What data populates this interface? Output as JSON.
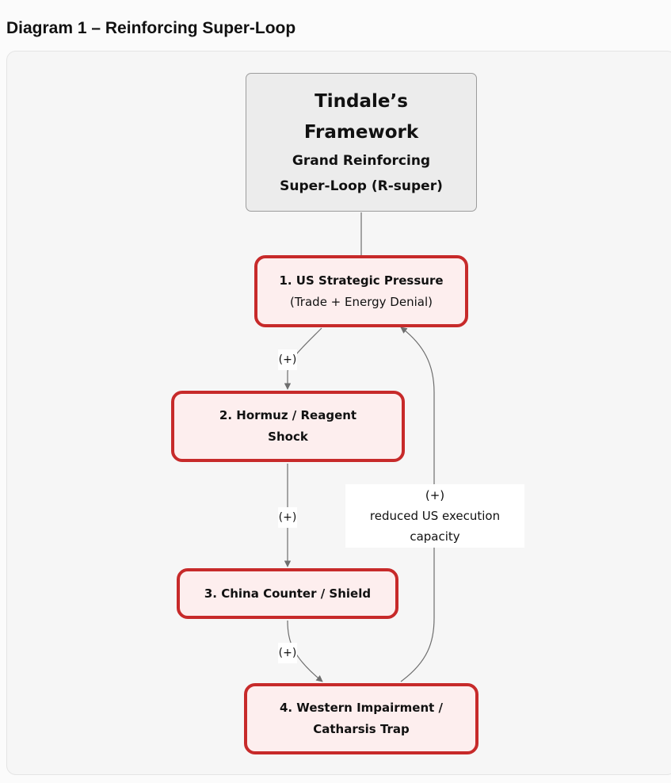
{
  "heading": "Diagram 1 – Reinforcing Super-Loop",
  "diagram": {
    "root": {
      "title_line1": "Tindale’s",
      "title_line2": "Framework",
      "sub_line1": "Grand Reinforcing",
      "sub_line2": "Super-Loop (R-super)"
    },
    "nodes": [
      {
        "line1": "1. US Strategic Pressure",
        "line2": "(Trade + Energy Denial)"
      },
      {
        "line1": "2. Hormuz / Reagent",
        "line2": "Shock"
      },
      {
        "line1": "3. China Counter / Shield",
        "line2": ""
      },
      {
        "line1": "4. Western Impairment /",
        "line2": "Catharsis Trap"
      }
    ],
    "edge_labels": {
      "e1_2": "(+)",
      "e2_3": "(+)",
      "e3_4": "(+)",
      "e4_1_sign": "(+)",
      "e4_1_line1": "reduced US execution",
      "e4_1_line2": "capacity"
    },
    "colors": {
      "node_border": "#c72a2a",
      "node_fill": "#fdeeee",
      "root_fill": "#ececec",
      "edge": "#6e6e6e"
    }
  }
}
